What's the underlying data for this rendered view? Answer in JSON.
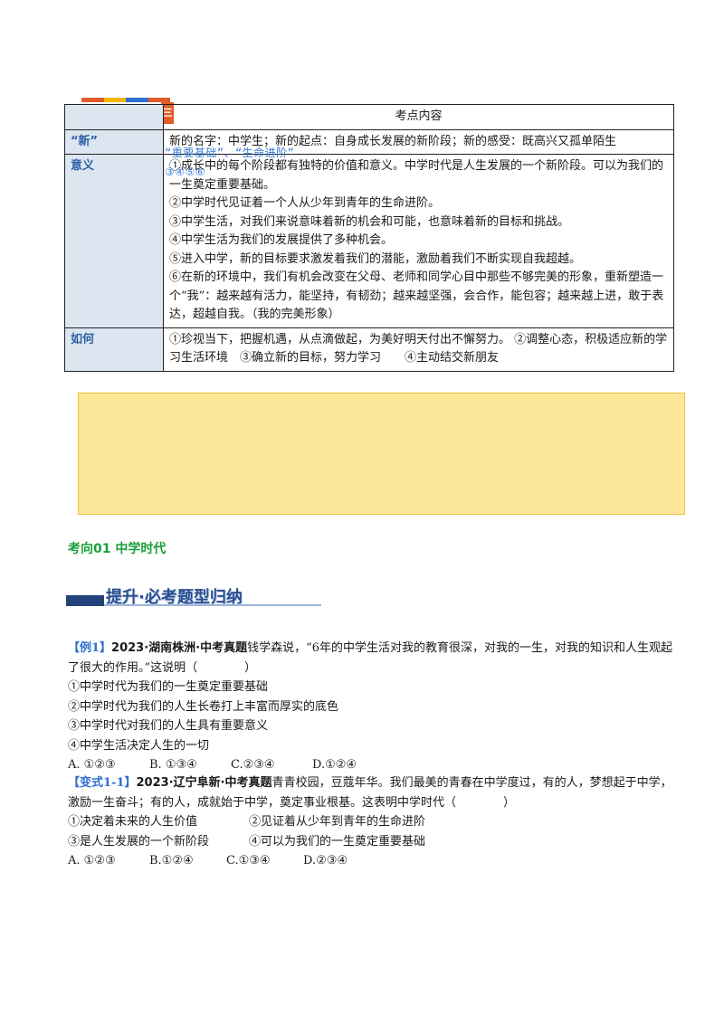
{
  "table": {
    "header": "考点内容",
    "rows": [
      {
        "label": "“新”",
        "lines": [
          "新的名字：中学生；新的起点：自身成长发展的新阶段；新的感受：既高兴又孤单陌生"
        ]
      },
      {
        "label": "意义",
        "lines": [
          "①成长中的每个阶段都有独特的价值和意义。中学时代是人生发展的一个新阶段。可以为我们的一生奠定重要基础。",
          "②中学时代见证着一个人从少年到青年的生命进阶。",
          "③中学生活，对我们来说意味着新的机会和可能，也意味着新的目标和挑战。",
          "④中学生活为我们的发展提供了多种机会。",
          "⑤进入中学，新的目标要求激发着我们的潜能，激励着我们不断实现自我超越。",
          "⑥在新的环境中，我们有机会改变在父母、老师和同学心目中那些不够完美的形象，重新塑造一个“我”：越来越有活力，能坚持，有韧劲；越来越坚强，会合作，能包容；越来越上进，敢于表达，超越自我。（我的完美形象）"
        ]
      },
      {
        "label": "如何",
        "lines": [
          "①珍视当下，把握机遇，从点滴做起，为美好明天付出不懈努力。 ②调整心态，积极适应新的学习生活环境　③确立新的目标，努力学习　　④主动结交新朋友"
        ]
      }
    ],
    "handwriting": [
      "“重要基础”、“生命进阶”",
      "③④⑤⑥"
    ]
  },
  "section_title": "考向01 中学时代",
  "banner": "提升·必考题型归纳",
  "q1": {
    "tag": "【例1】",
    "source": "2023·湖南株洲·中考真题",
    "stem": "钱学森说，“6年的中学生活对我的教育很深，对我的一生，对我的知识和人生观起了很大的作用。”这说明（　　　　）",
    "items": [
      "①中学时代为我们的一生奠定重要基础",
      "②中学时代为我们的人生长卷打上丰富而厚实的底色",
      "③中学时代对我们的人生具有重要意义",
      "④中学生活决定人生的一切"
    ],
    "options": [
      "A. ①②③",
      "B. ①③④",
      "C.②③④",
      "D.①②④"
    ]
  },
  "q2": {
    "tag": "【变式1-1】",
    "source": "2023·辽宁阜新·中考真题",
    "stem": "青青校园，豆蔻年华。我们最美的青春在中学度过，有的人，梦想起于中学，激励一生奋斗；有的人，成就始于中学，奠定事业根基。这表明中学时代（　　　　）",
    "items": [
      "①决定着未来的人生价值",
      "②见证着从少年到青年的生命进阶",
      "③是人生发展的一个新阶段",
      "④可以为我们的一生奠定重要基础"
    ],
    "options": [
      "A. ①②③",
      "B.①②④",
      "C.①③④",
      "D.②③④"
    ]
  },
  "colors": {
    "accent_blue": "#2e6fd1",
    "label_bg": "#dce6f1",
    "note_yellow": "#fde89a",
    "section_green": "#1a9e3a"
  }
}
